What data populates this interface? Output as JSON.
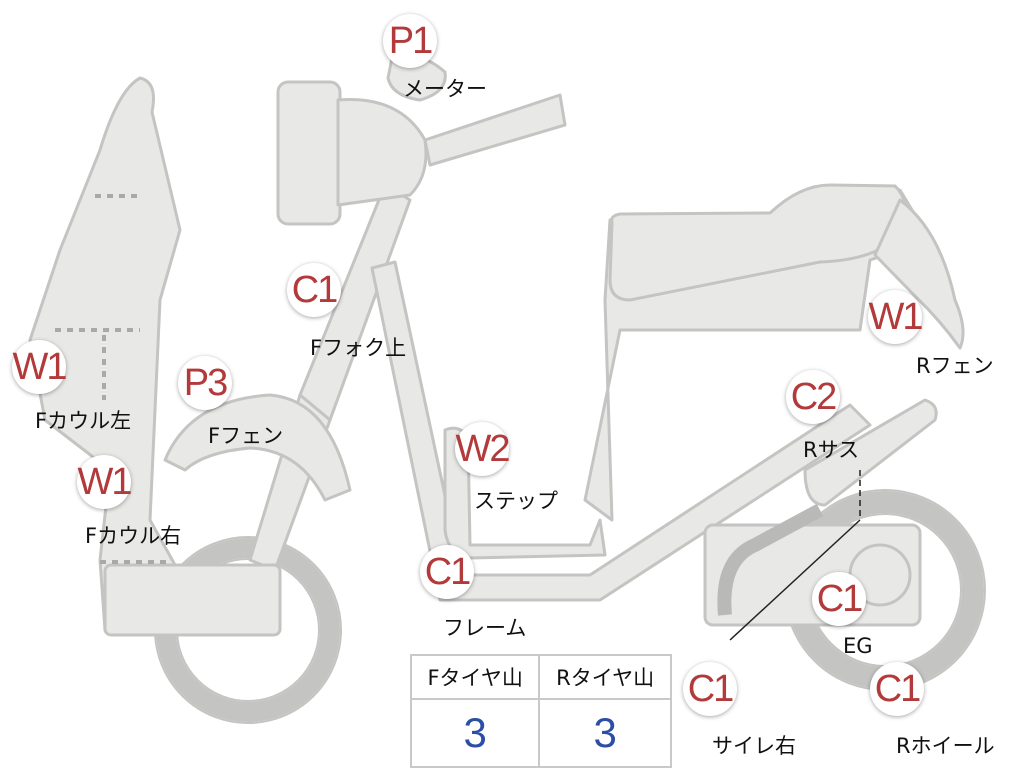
{
  "parts": {
    "meter": {
      "code": "P1",
      "label": "メーター"
    },
    "f_fork_top": {
      "code": "C1",
      "label": "Fフォク上"
    },
    "f_cowl_left": {
      "code": "W1",
      "label": "Fカウル左"
    },
    "f_fender": {
      "code": "P3",
      "label": "Fフェン"
    },
    "f_cowl_right": {
      "code": "W1",
      "label": "Fカウル右"
    },
    "step": {
      "code": "W2",
      "label": "ステップ"
    },
    "frame": {
      "code": "C1",
      "label": "フレーム"
    },
    "r_fender": {
      "code": "W1",
      "label": "Rフェン"
    },
    "r_sus": {
      "code": "C2",
      "label": "Rサス"
    },
    "engine": {
      "code": "C1",
      "label": "EG"
    },
    "muffler_r": {
      "code": "C1",
      "label": "サイレ右"
    },
    "r_wheel": {
      "code": "C1",
      "label": "Rホイール"
    }
  },
  "tread": {
    "headers": [
      "Fタイヤ山",
      "Rタイヤ山"
    ],
    "values": [
      "3",
      "3"
    ]
  },
  "colors": {
    "body_fill": "#e8e8e6",
    "outline": "#c4c4c2",
    "badge_text": "#b23a3a",
    "tread_value": "#2c4fa5"
  }
}
